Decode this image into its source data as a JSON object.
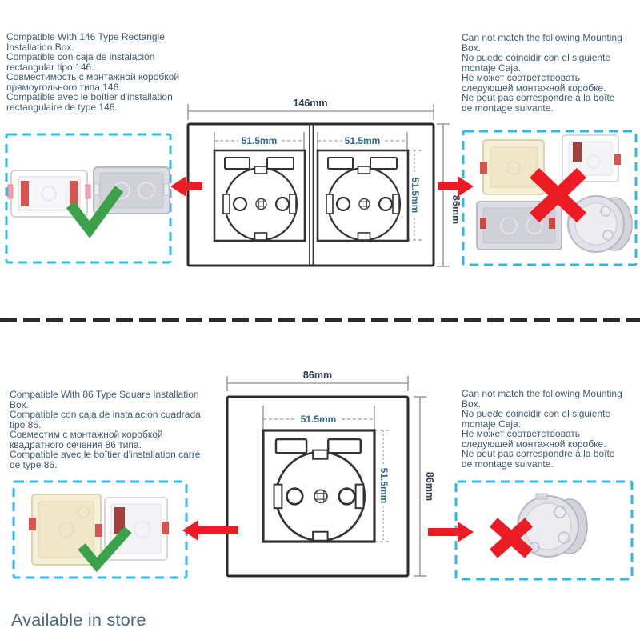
{
  "sections": {
    "top": {
      "compatible_lines": [
        "Compatible With 146 Type Rectangle",
        "Installation Box.",
        "Compatible con caja de instalación",
        "rectangular tipo 146.",
        "Совместимость с монтажной коробкой",
        "прямоугольного типа 146.",
        "Compatible avec le boîtier d'installation",
        "rectangulaire de type 146."
      ],
      "incompatible_lines": [
        "Can not match the following Mounting",
        "Box.",
        "No puede coincidir con el siguiente",
        "montaje Caja.",
        "Не может соответствовать",
        "следующей монтажной коробке.",
        "Ne peut pas correspondre à la boîte",
        "de montage suivante."
      ],
      "dimensions": {
        "panel_width": "146mm",
        "panel_height": "86mm",
        "module_width_left": "51.5mm",
        "module_width_right": "51.5mm",
        "module_height": "51.5mm"
      }
    },
    "bottom": {
      "compatible_lines": [
        "Compatible With 86 Type Square Installation",
        "Box.",
        "Compatible con caja de instalación cuadrada",
        "tipo 86.",
        "Совместим с монтажной коробкой",
        "квадратного сечения 86 типа.",
        "Compatible avec le boîtier d'installation carré",
        "de type 86."
      ],
      "incompatible_lines": [
        "Can not match the following Mounting",
        "Box.",
        "No puede coincidir con el siguiente",
        "montaje Caja.",
        "Не может соответствовать",
        "следующей монтажной коробке.",
        "Ne peut pas correspondre à la boîte",
        "de montage suivante."
      ],
      "dimensions": {
        "panel_width": "86mm",
        "panel_height": "86mm",
        "module_width": "51.5mm",
        "module_height": "51.5mm"
      }
    }
  },
  "footer": {
    "text": "Available in store"
  },
  "colors": {
    "accent_red": "#ec1b24",
    "check_green": "#3ba24b",
    "dashed_box_cyan": "#2cb8ea",
    "body_text": "#3d5a74",
    "dimension_text_dark": "#2e3d4c",
    "dimension_text_blue": "#2f6a8e",
    "divider": "#2b2b2b"
  }
}
